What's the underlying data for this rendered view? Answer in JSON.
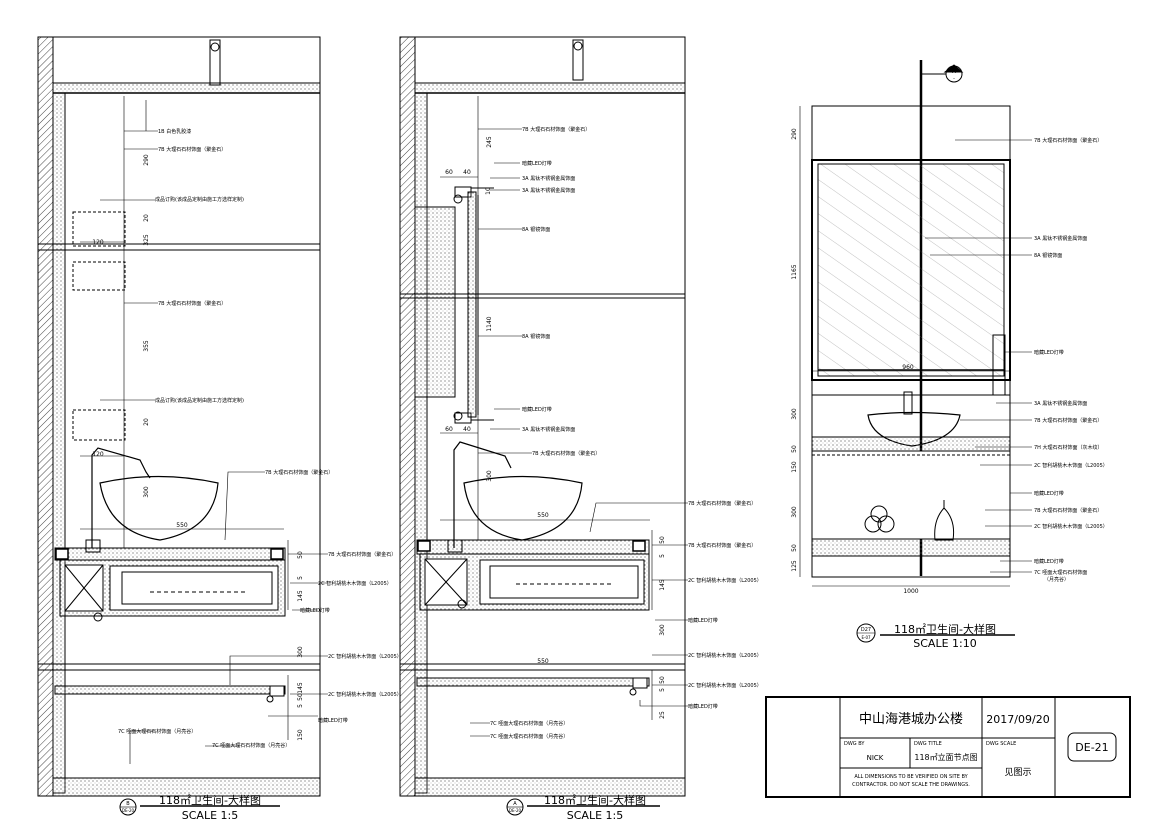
{
  "drawing_b": {
    "title": "118㎡卫生间-大样图",
    "scale": "SCALE 1:5",
    "tag_top": "B",
    "tag_bottom": "DE-20",
    "dims": {
      "d290": "290",
      "d325": "325",
      "d120": "120",
      "d20a": "20",
      "d355": "355",
      "d20b": "20",
      "d120b": "120",
      "d300": "300",
      "d550": "550",
      "d50": "50",
      "d5": "5",
      "d145": "145",
      "d300b": "300",
      "d145b": "145",
      "d50b": "50",
      "d5b": "5",
      "d150": "150"
    },
    "notes": [
      "1B 白色乳胶漆",
      "7B 大理石石材饰面（聚金石）",
      "成品订购(该成品定制由施工方选样定制)",
      "7B 大理石石材饰面（聚金石）",
      "成品订购(该成品定制由施工方选样定制)",
      "7B 大理石石材饰面（聚金石）",
      "7B 大理石石材饰面（聚金石）",
      "2C 智利胡桃木木饰面（L2005）",
      "暗藏LED灯带",
      "2C 智利胡桃木木饰面（L2005）",
      "2C 智利胡桃木木饰面（L2005）",
      "暗藏LED灯带",
      "7C 哑面大理石石材饰面（月亮谷）",
      "7C 哑面大理石石材饰面（月亮谷）"
    ]
  },
  "drawing_a": {
    "title": "118㎡卫生间-大样图",
    "scale": "SCALE 1:5",
    "tag_top": "A",
    "tag_bottom": "DE-20",
    "dims": {
      "d245": "245",
      "d60": "60",
      "d40": "40",
      "d10": "10",
      "d1140": "1140",
      "d60b": "60",
      "d40b": "40",
      "d300": "300",
      "d550": "550",
      "d50": "50",
      "d5": "5",
      "d145": "145",
      "d300b": "300",
      "d550b": "550",
      "d50b": "50",
      "d5b": "5",
      "d25": "25"
    },
    "notes": [
      "7B 大理石石材饰面（聚金石）",
      "暗藏LED灯带",
      "3A 黑钛不锈钢金属饰面",
      "3A 黑钛不锈钢金属饰面",
      "8A 银镜饰面",
      "8A 银镜饰面",
      "暗藏LED灯带",
      "3A 黑钛不锈钢金属饰面",
      "7B 大理石石材饰面（聚金石）",
      "7B 大理石石材饰面（聚金石）",
      "7B 大理石石材饰面（聚金石）",
      "2C 智利胡桃木木饰面（L2005）",
      "暗藏LED灯带",
      "2C 智利胡桃木木饰面（L2005）",
      "2C 智利胡桃木木饰面（L2005）",
      "暗藏LED灯带",
      "7C 哑面大理石石材饰面（月亮谷）",
      "7C 哑面大理石石材饰面（月亮谷）"
    ]
  },
  "drawing_c": {
    "title": "118㎡卫生间-大样图",
    "scale": "SCALE 1:10",
    "tag_top": "D27",
    "tag_bottom": "E-07",
    "section_tag_top": "A",
    "section_tag_bottom": "-",
    "dims": {
      "d290": "290",
      "d1165": "1165",
      "d960": "960",
      "d300": "300",
      "d50": "50",
      "d150": "150",
      "d300b": "300",
      "d50b": "50",
      "d125": "125",
      "d1000": "1000"
    },
    "notes": [
      "7B 大理石石材饰面（聚金石）",
      "3A 黑钛不锈钢金属饰面",
      "8A 银镜饰面",
      "暗藏LED灯带",
      "3A 黑钛不锈钢金属饰面",
      "7B 大理石石材饰面（聚金石）",
      "7H 大理石石材饰面（灰木纹）",
      "2C 智利胡桃木木饰面（L2005）",
      "暗藏LED灯带",
      "7B 大理石石材饰面（聚金石）",
      "2C 智利胡桃木木饰面（L2005）",
      "暗藏LED灯带",
      "7C 哑面大理石石材饰面",
      "（月亮谷）"
    ]
  },
  "title_block": {
    "project": "中山海港城办公楼",
    "date": "2017/09/20",
    "drawing_no": "DE-21",
    "dwg_by_label": "DWG BY",
    "dwg_by": "NICK",
    "dwg_title_label": "DWG TITLE",
    "dwg_title": "118㎡立面节点图",
    "dwg_scale_label": "DWG SCALE",
    "dwg_scale": "见图示",
    "disclaimer_1": "ALL DIMENSIONS TO BE VERIFIED ON SITE BY",
    "disclaimer_2": "CONTRACTOR. DO NOT SCALE THE DRAWINGS."
  }
}
